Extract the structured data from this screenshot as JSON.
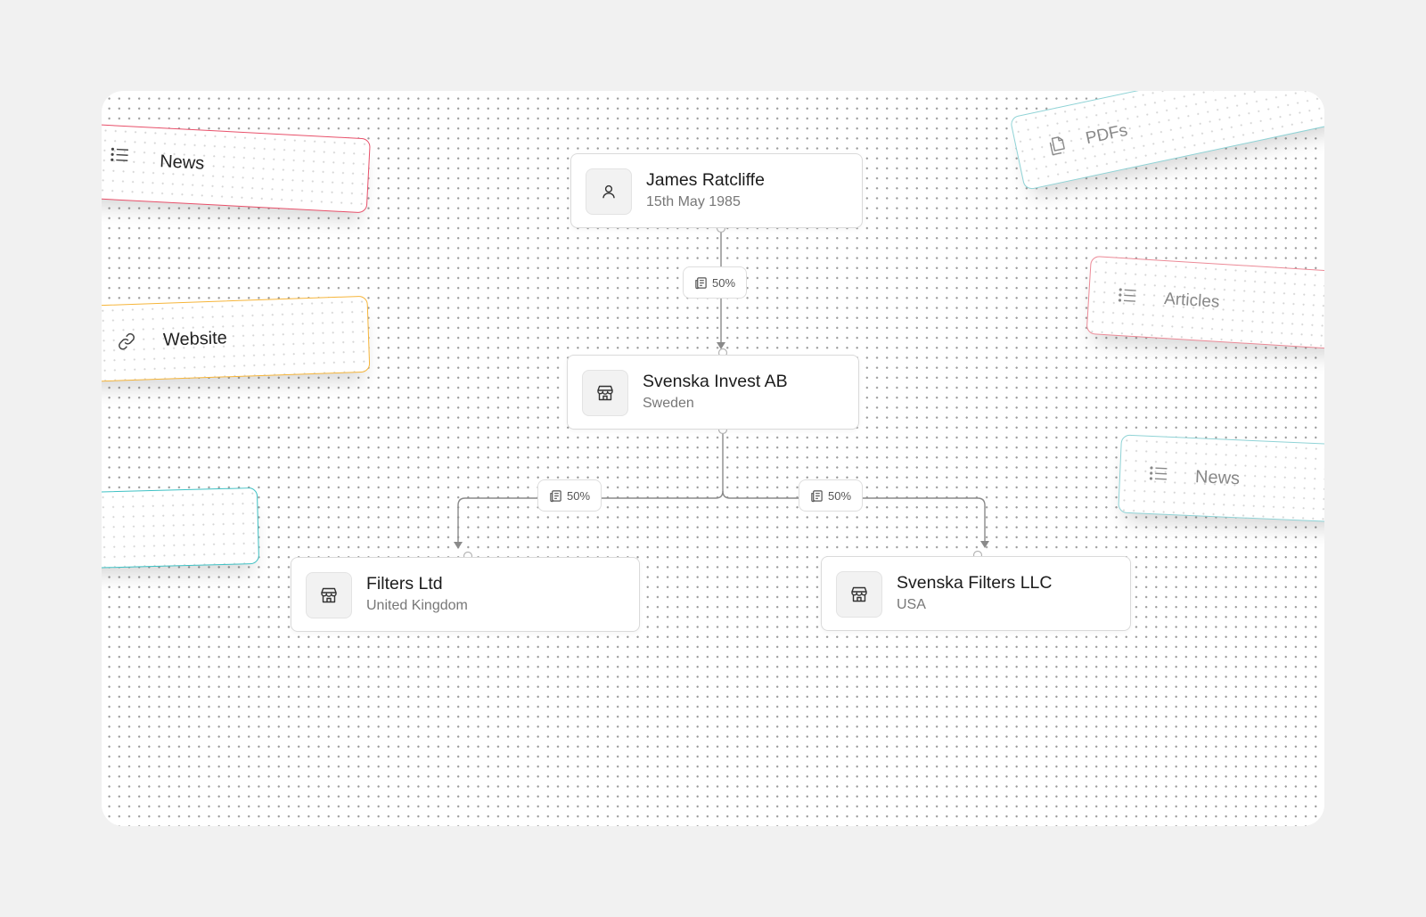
{
  "nodes": {
    "person": {
      "name": "James Ratcliffe",
      "detail": "15th May 1985",
      "icon": "person-icon"
    },
    "holding": {
      "name": "Svenska Invest AB",
      "detail": "Sweden",
      "icon": "store-icon"
    },
    "left_child": {
      "name": "Filters Ltd",
      "detail": "United Kingdom",
      "icon": "store-icon"
    },
    "right_child": {
      "name": "Svenska Filters LLC",
      "detail": "USA",
      "icon": "store-icon"
    }
  },
  "edges": {
    "person_to_holding": "50%",
    "holding_to_left": "50%",
    "holding_to_right": "50%"
  },
  "source_tags": {
    "left": [
      {
        "label": "News",
        "icon": "list-icon",
        "color": "#e8506a"
      },
      {
        "label": "Website",
        "icon": "link-icon",
        "color": "#f6b53a"
      },
      {
        "label": "",
        "icon": "",
        "color": "#3ec1c4"
      }
    ],
    "right": [
      {
        "label": "PDFs",
        "icon": "documents-icon",
        "color": "#8fd3d6"
      },
      {
        "label": "Articles",
        "icon": "list-icon",
        "color": "#ec8a97"
      },
      {
        "label": "News",
        "icon": "list-icon",
        "color": "#8fd3d6"
      }
    ]
  }
}
